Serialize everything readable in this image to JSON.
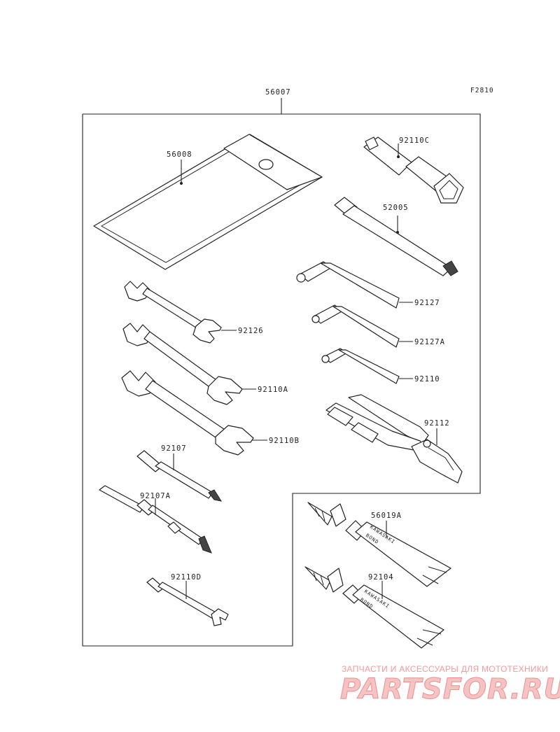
{
  "figure_code": "F2810",
  "assembly_label": "56007",
  "parts": [
    {
      "id": "bag",
      "label": "56008"
    },
    {
      "id": "plug-wrench",
      "label": "92110C"
    },
    {
      "id": "screwdriver-handle",
      "label": "52005"
    },
    {
      "id": "hex-key-large",
      "label": "92127"
    },
    {
      "id": "hex-key-medium",
      "label": "92127A"
    },
    {
      "id": "hex-key-small",
      "label": "92110"
    },
    {
      "id": "wrench-small",
      "label": "92126"
    },
    {
      "id": "wrench-medium",
      "label": "92110A"
    },
    {
      "id": "wrench-large",
      "label": "92110B"
    },
    {
      "id": "pliers",
      "label": "92112"
    },
    {
      "id": "screwdriver-bit",
      "label": "92107"
    },
    {
      "id": "screwdriver-double",
      "label": "92107A"
    },
    {
      "id": "spoke-wrench",
      "label": "92110D"
    },
    {
      "id": "bond-tube-a",
      "label": "56019A"
    },
    {
      "id": "bond-tube-b",
      "label": "92104"
    }
  ],
  "tube_print": [
    "KAWASAKI",
    "BOND"
  ],
  "watermark": {
    "tagline": "ЗАПЧАСТИ И АКСЕССУАРЫ ДЛЯ МОТОТЕХНИКИ",
    "logo": "PARTSFOR.RU"
  }
}
